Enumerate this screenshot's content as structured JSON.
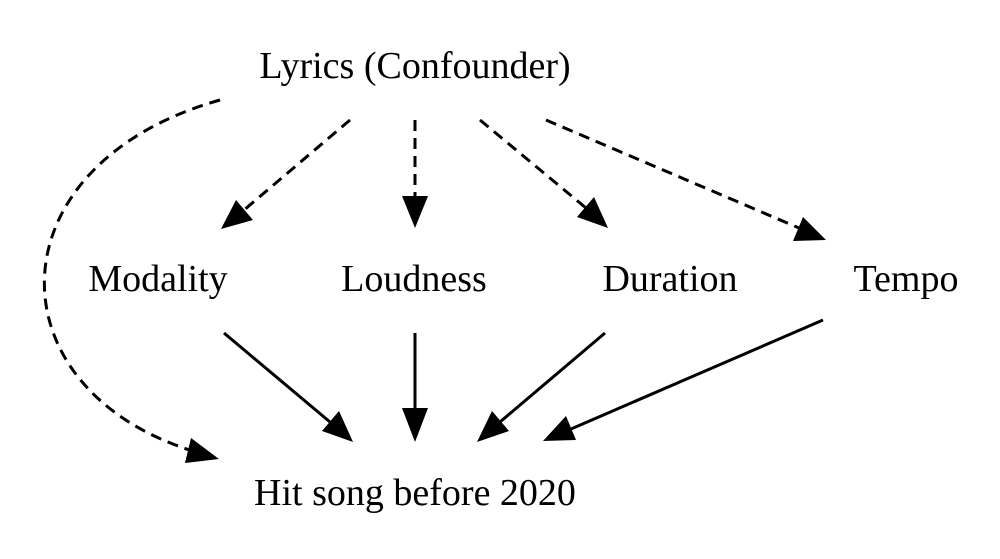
{
  "nodes": {
    "lyrics": "Lyrics (Confounder)",
    "modality": "Modality",
    "loudness": "Loudness",
    "duration": "Duration",
    "tempo": "Tempo",
    "hit_song": "Hit song before 2020"
  },
  "edges": [
    {
      "from": "lyrics",
      "to": "modality",
      "style": "dashed"
    },
    {
      "from": "lyrics",
      "to": "loudness",
      "style": "dashed"
    },
    {
      "from": "lyrics",
      "to": "duration",
      "style": "dashed"
    },
    {
      "from": "lyrics",
      "to": "tempo",
      "style": "dashed"
    },
    {
      "from": "lyrics",
      "to": "hit_song",
      "style": "dashed"
    },
    {
      "from": "modality",
      "to": "hit_song",
      "style": "solid"
    },
    {
      "from": "loudness",
      "to": "hit_song",
      "style": "solid"
    },
    {
      "from": "duration",
      "to": "hit_song",
      "style": "solid"
    },
    {
      "from": "tempo",
      "to": "hit_song",
      "style": "solid"
    }
  ]
}
